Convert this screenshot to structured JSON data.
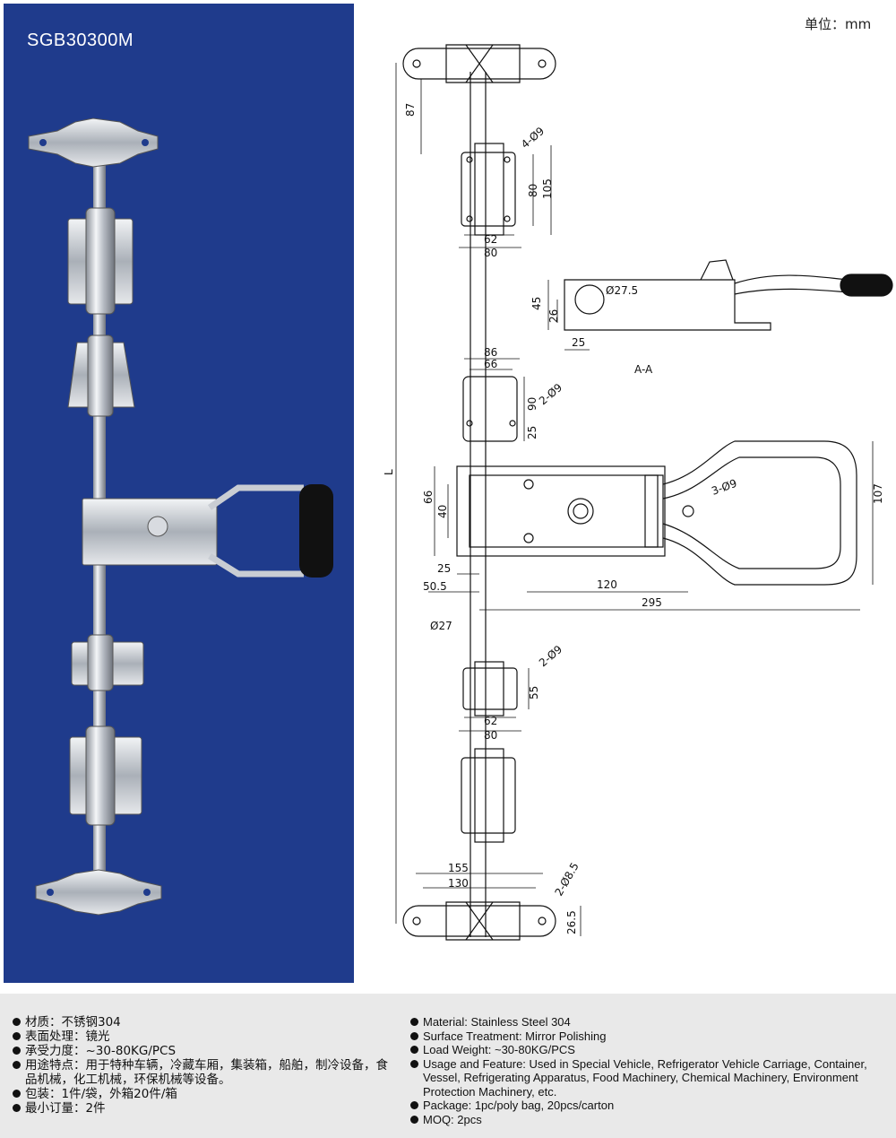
{
  "photo": {
    "product_code": "SGB30300M"
  },
  "drawing": {
    "unit_label": "单位：mm",
    "section_label": "A-A",
    "dimensions": {
      "d87": "87",
      "d4phi9": "4-Ø9",
      "d80v": "80",
      "d105": "105",
      "d62a": "62",
      "d80a": "80",
      "d45": "45",
      "d26": "26",
      "d27_5": "Ø27.5",
      "d25a": "25",
      "d86": "86",
      "d66a": "66",
      "d90": "90",
      "d2phi9a": "2-Ø9",
      "d25b": "25",
      "dL": "L",
      "d66b": "66",
      "d40": "40",
      "d3phi9": "3-Ø9",
      "d107": "107",
      "d25c": "25",
      "d50_5": "50.5",
      "d120": "120",
      "d295": "295",
      "d27": "Ø27",
      "d2phi9b": "2-Ø9",
      "d55": "55",
      "d62b": "62",
      "d80b": "80",
      "d155": "155",
      "d130": "130",
      "d2phi8_5": "2-Ø8.5",
      "d26_5": "26.5"
    }
  },
  "specs": {
    "chinese": [
      "材质：不锈钢304",
      "表面处理：镜光",
      "承受力度：~30-80KG/PCS",
      "用途特点：用于特种车辆，冷藏车厢，集装箱，船舶，制冷设备，食品机械，化工机械，环保机械等设备。",
      "包装：1件/袋，外箱20件/箱",
      "最小订量：2件"
    ],
    "english": [
      "Material: Stainless Steel 304",
      "Surface Treatment: Mirror Polishing",
      "Load Weight: ~30-80KG/PCS",
      "Usage and Feature: Used in Special Vehicle, Refrigerator Vehicle Carriage, Container, Vessel, Refrigerating Apparatus, Food Machinery, Chemical Machinery, Environment Protection Machinery, etc.",
      "Package: 1pc/poly bag, 20pcs/carton",
      "MOQ: 2pcs"
    ]
  }
}
